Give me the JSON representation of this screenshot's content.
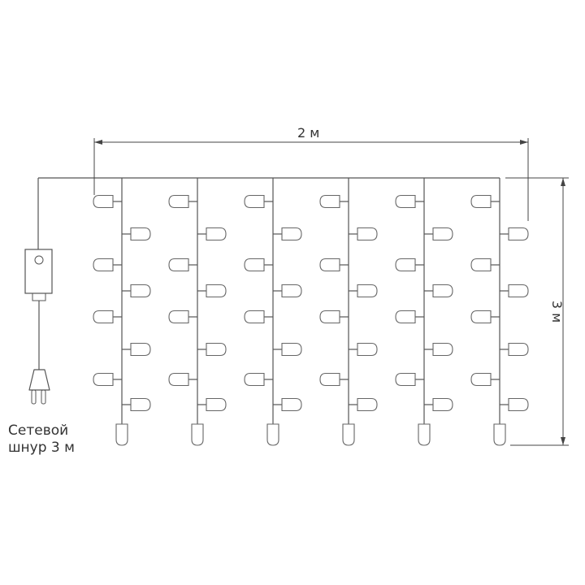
{
  "width_label": "2 м",
  "height_label": "3 м",
  "cord_label_line1": "Сетевой",
  "cord_label_line2": "шнур 3 м",
  "strand_count": 6,
  "leds_per_side": 4,
  "colors": {
    "line": "#555555",
    "led": "#666666",
    "dim": "#444444"
  }
}
